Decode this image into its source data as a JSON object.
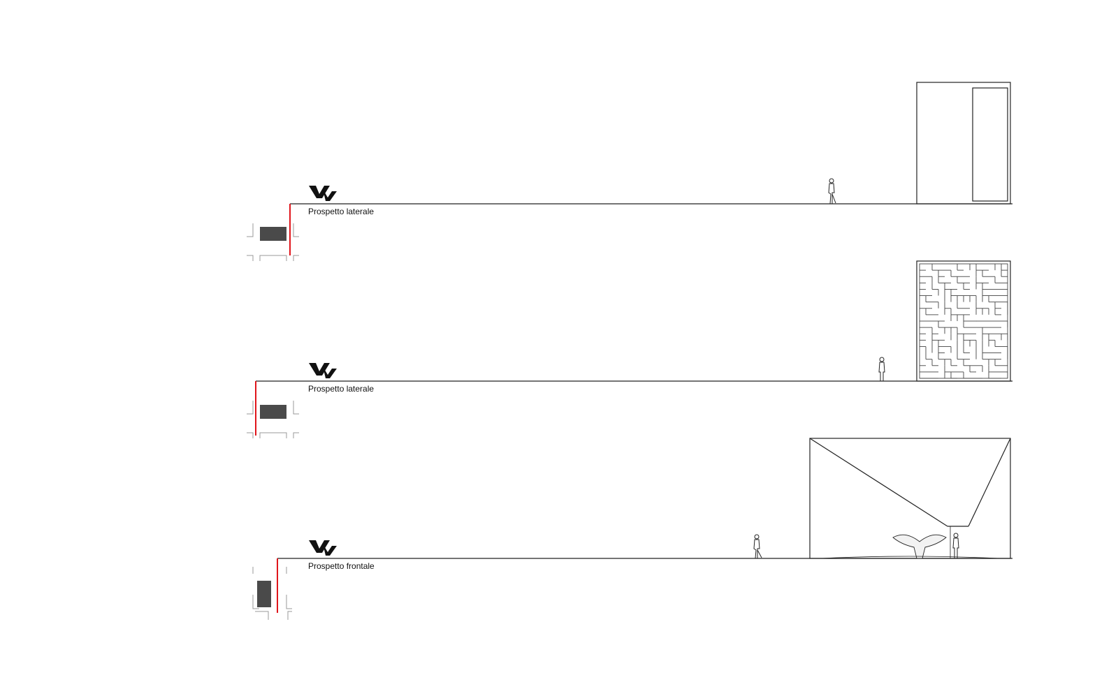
{
  "elevations": [
    {
      "label": "Prospetto laterale",
      "façade": "door-panel",
      "figure": "person-walking",
      "key_plan": "horizontal-block"
    },
    {
      "label": "Prospetto laterale",
      "façade": "maze-screen",
      "figure": "person-standing",
      "key_plan": "horizontal-block"
    },
    {
      "label": "Prospetto frontale",
      "façade": "folded-canopy",
      "figure": "person-walking",
      "key_plan": "vertical-block"
    }
  ],
  "icons": {
    "logo": "vv-logo-icon",
    "section_cut": "section-cut-line"
  },
  "colors": {
    "line": "#222222",
    "cut": "#e0151b",
    "block": "#4a4a4a",
    "plan_grey": "#9a9a9a"
  }
}
